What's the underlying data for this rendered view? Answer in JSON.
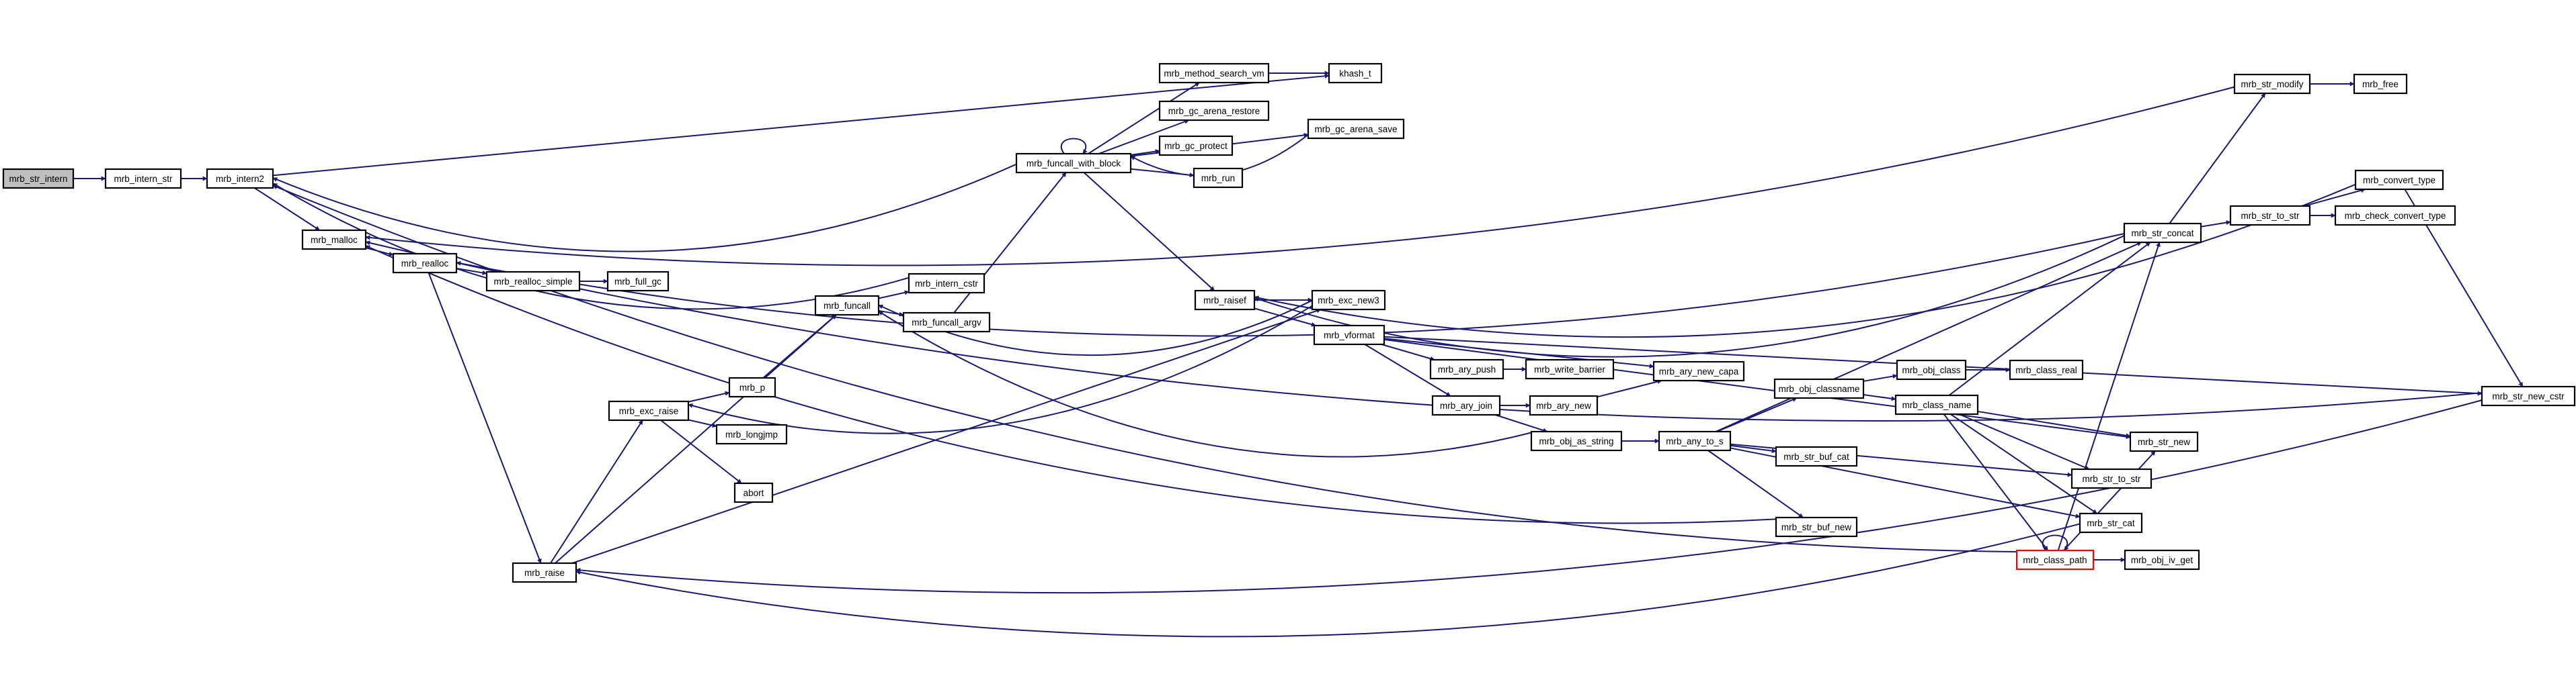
{
  "graph": {
    "title": "",
    "nodes": [
      {
        "id": "mrb_str_intern",
        "label": "mrb_str_intern",
        "style": "root"
      },
      {
        "id": "mrb_intern_str",
        "label": "mrb_intern_str",
        "style": "normal"
      },
      {
        "id": "mrb_intern2",
        "label": "mrb_intern2",
        "style": "normal"
      },
      {
        "id": "khash_t",
        "label": "khash_t",
        "style": "normal"
      },
      {
        "id": "mrb_malloc",
        "label": "mrb_malloc",
        "style": "normal"
      },
      {
        "id": "mrb_realloc",
        "label": "mrb_realloc",
        "style": "normal"
      },
      {
        "id": "mrb_realloc_simple",
        "label": "mrb_realloc_simple",
        "style": "normal"
      },
      {
        "id": "mrb_full_gc",
        "label": "mrb_full_gc",
        "style": "normal"
      },
      {
        "id": "mrb_raise",
        "label": "mrb_raise",
        "style": "normal"
      },
      {
        "id": "mrb_exc_raise",
        "label": "mrb_exc_raise",
        "style": "normal"
      },
      {
        "id": "mrb_p",
        "label": "mrb_p",
        "style": "normal"
      },
      {
        "id": "mrb_longjmp",
        "label": "mrb_longjmp",
        "style": "normal"
      },
      {
        "id": "abort",
        "label": "abort",
        "style": "normal"
      },
      {
        "id": "mrb_funcall",
        "label": "mrb_funcall",
        "style": "normal"
      },
      {
        "id": "mrb_intern_cstr",
        "label": "mrb_intern_cstr",
        "style": "normal"
      },
      {
        "id": "mrb_funcall_argv",
        "label": "mrb_funcall_argv",
        "style": "normal"
      },
      {
        "id": "mrb_funcall_with_block",
        "label": "mrb_funcall_with_block",
        "style": "normal"
      },
      {
        "id": "mrb_method_search_vm",
        "label": "mrb_method_search_vm",
        "style": "normal"
      },
      {
        "id": "mrb_gc_arena_restore",
        "label": "mrb_gc_arena_restore",
        "style": "normal"
      },
      {
        "id": "mrb_gc_protect",
        "label": "mrb_gc_protect",
        "style": "normal"
      },
      {
        "id": "mrb_run",
        "label": "mrb_run",
        "style": "normal"
      },
      {
        "id": "mrb_gc_arena_save",
        "label": "mrb_gc_arena_save",
        "style": "normal"
      },
      {
        "id": "mrb_raisef",
        "label": "mrb_raisef",
        "style": "normal"
      },
      {
        "id": "mrb_exc_new3",
        "label": "mrb_exc_new3",
        "style": "normal"
      },
      {
        "id": "mrb_vformat",
        "label": "mrb_vformat",
        "style": "normal"
      },
      {
        "id": "mrb_ary_push",
        "label": "mrb_ary_push",
        "style": "normal"
      },
      {
        "id": "mrb_write_barrier",
        "label": "mrb_write_barrier",
        "style": "normal"
      },
      {
        "id": "mrb_ary_new_capa",
        "label": "mrb_ary_new_capa",
        "style": "normal"
      },
      {
        "id": "mrb_ary_join",
        "label": "mrb_ary_join",
        "style": "normal"
      },
      {
        "id": "mrb_ary_new",
        "label": "mrb_ary_new",
        "style": "normal"
      },
      {
        "id": "mrb_obj_as_string",
        "label": "mrb_obj_as_string",
        "style": "normal"
      },
      {
        "id": "mrb_any_to_s",
        "label": "mrb_any_to_s",
        "style": "normal"
      },
      {
        "id": "mrb_obj_classname",
        "label": "mrb_obj_classname",
        "style": "normal"
      },
      {
        "id": "mrb_obj_class",
        "label": "mrb_obj_class",
        "style": "normal"
      },
      {
        "id": "mrb_class_real",
        "label": "mrb_class_real",
        "style": "normal"
      },
      {
        "id": "mrb_class_name",
        "label": "mrb_class_name",
        "style": "normal"
      },
      {
        "id": "mrb_str_buf_cat",
        "label": "mrb_str_buf_cat",
        "style": "normal"
      },
      {
        "id": "mrb_str_buf_new",
        "label": "mrb_str_buf_new",
        "style": "normal"
      },
      {
        "id": "mrb_str_to_str",
        "label": "mrb_str_to_str",
        "style": "normal"
      },
      {
        "id": "mrb_str_cat",
        "label": "mrb_str_cat",
        "style": "normal"
      },
      {
        "id": "mrb_class_path",
        "label": "mrb_class_path",
        "style": "red"
      },
      {
        "id": "mrb_obj_iv_get",
        "label": "mrb_obj_iv_get",
        "style": "normal"
      },
      {
        "id": "mrb_str_new",
        "label": "mrb_str_new",
        "style": "normal"
      },
      {
        "id": "mrb_str_concat",
        "label": "mrb_str_concat",
        "style": "normal"
      },
      {
        "id": "mrb_str_modify",
        "label": "mrb_str_modify",
        "style": "normal"
      },
      {
        "id": "mrb_free",
        "label": "mrb_free",
        "style": "normal"
      },
      {
        "id": "mrb_convert_type",
        "label": "mrb_convert_type",
        "style": "normal"
      },
      {
        "id": "mrb_check_convert_type",
        "label": "mrb_check_convert_type",
        "style": "normal"
      },
      {
        "id": "mrb_str_new_cstr",
        "label": "mrb_str_new_cstr",
        "style": "normal"
      }
    ],
    "edges": [
      [
        "mrb_str_intern",
        "mrb_intern_str"
      ],
      [
        "mrb_intern_str",
        "mrb_intern2"
      ],
      [
        "mrb_intern2",
        "khash_t"
      ],
      [
        "mrb_intern2",
        "mrb_malloc"
      ],
      [
        "mrb_malloc",
        "mrb_realloc"
      ],
      [
        "mrb_realloc",
        "mrb_realloc_simple"
      ],
      [
        "mrb_realloc_simple",
        "mrb_full_gc"
      ],
      [
        "mrb_realloc",
        "mrb_raise"
      ],
      [
        "mrb_raise",
        "mrb_exc_raise"
      ],
      [
        "mrb_exc_raise",
        "mrb_p"
      ],
      [
        "mrb_exc_raise",
        "mrb_longjmp"
      ],
      [
        "mrb_exc_raise",
        "abort"
      ],
      [
        "mrb_p",
        "mrb_funcall"
      ],
      [
        "mrb_funcall",
        "mrb_intern_cstr"
      ],
      [
        "mrb_funcall",
        "mrb_funcall_argv"
      ],
      [
        "mrb_intern_cstr",
        "mrb_intern2"
      ],
      [
        "mrb_funcall_argv",
        "mrb_funcall_with_block"
      ],
      [
        "mrb_funcall_with_block",
        "mrb_funcall_with_block"
      ],
      [
        "mrb_funcall_with_block",
        "mrb_intern2"
      ],
      [
        "mrb_funcall_with_block",
        "mrb_method_search_vm"
      ],
      [
        "mrb_funcall_with_block",
        "mrb_gc_arena_restore"
      ],
      [
        "mrb_funcall_with_block",
        "mrb_gc_protect"
      ],
      [
        "mrb_funcall_with_block",
        "mrb_run"
      ],
      [
        "mrb_funcall_with_block",
        "mrb_gc_arena_save"
      ],
      [
        "mrb_funcall_with_block",
        "mrb_raisef"
      ],
      [
        "mrb_method_search_vm",
        "khash_t"
      ],
      [
        "mrb_raisef",
        "mrb_exc_new3"
      ],
      [
        "mrb_raisef",
        "mrb_vformat"
      ],
      [
        "mrb_exc_new3",
        "mrb_funcall"
      ],
      [
        "mrb_exc_new3",
        "mrb_exc_raise"
      ],
      [
        "mrb_raise",
        "mrb_exc_new3"
      ],
      [
        "mrb_raise",
        "mrb_funcall"
      ],
      [
        "mrb_vformat",
        "mrb_ary_push"
      ],
      [
        "mrb_vformat",
        "mrb_ary_new_capa"
      ],
      [
        "mrb_vformat",
        "mrb_ary_join"
      ],
      [
        "mrb_vformat",
        "mrb_str_new"
      ],
      [
        "mrb_vformat",
        "mrb_str_new_cstr"
      ],
      [
        "mrb_ary_push",
        "mrb_write_barrier"
      ],
      [
        "mrb_ary_join",
        "mrb_ary_new"
      ],
      [
        "mrb_ary_join",
        "mrb_obj_as_string"
      ],
      [
        "mrb_ary_new",
        "mrb_ary_new_capa"
      ],
      [
        "mrb_obj_as_string",
        "mrb_any_to_s"
      ],
      [
        "mrb_obj_as_string",
        "mrb_funcall"
      ],
      [
        "mrb_any_to_s",
        "mrb_obj_classname"
      ],
      [
        "mrb_any_to_s",
        "mrb_str_buf_cat"
      ],
      [
        "mrb_any_to_s",
        "mrb_str_buf_new"
      ],
      [
        "mrb_any_to_s",
        "mrb_str_cat"
      ],
      [
        "mrb_any_to_s",
        "mrb_str_to_str"
      ],
      [
        "mrb_any_to_s",
        "mrb_str_concat"
      ],
      [
        "mrb_obj_classname",
        "mrb_obj_class"
      ],
      [
        "mrb_obj_classname",
        "mrb_class_name"
      ],
      [
        "mrb_obj_class",
        "mrb_class_real"
      ],
      [
        "mrb_class_name",
        "mrb_str_new"
      ],
      [
        "mrb_class_name",
        "mrb_class_path"
      ],
      [
        "mrb_class_name",
        "mrb_str_to_str"
      ],
      [
        "mrb_class_name",
        "mrb_str_cat"
      ],
      [
        "mrb_class_name",
        "mrb_str_concat"
      ],
      [
        "mrb_class_path",
        "mrb_class_path"
      ],
      [
        "mrb_class_path",
        "mrb_obj_iv_get"
      ],
      [
        "mrb_class_path",
        "mrb_str_new"
      ],
      [
        "mrb_class_path",
        "mrb_str_concat"
      ],
      [
        "mrb_class_path",
        "mrb_intern2"
      ],
      [
        "mrb_str_buf_new",
        "mrb_malloc"
      ],
      [
        "mrb_str_cat",
        "mrb_raise"
      ],
      [
        "mrb_str_concat",
        "mrb_str_modify"
      ],
      [
        "mrb_str_concat",
        "mrb_str_to_str"
      ],
      [
        "mrb_str_concat",
        "mrb_realloc"
      ],
      [
        "mrb_str_concat",
        "mrb_raisef"
      ],
      [
        "mrb_str_modify",
        "mrb_free"
      ],
      [
        "mrb_str_modify",
        "mrb_malloc"
      ],
      [
        "mrb_str_to_str",
        "mrb_convert_type"
      ],
      [
        "mrb_str_to_str",
        "mrb_check_convert_type"
      ],
      [
        "mrb_convert_type",
        "mrb_str_new_cstr"
      ],
      [
        "mrb_convert_type",
        "mrb_raisef"
      ],
      [
        "mrb_gc_arena_save",
        "mrb_funcall_with_block"
      ],
      [
        "mrb_str_new_cstr",
        "mrb_raise"
      ],
      [
        "mrb_str_new_cstr",
        "mrb_malloc"
      ]
    ]
  },
  "colors": {
    "edge": "#191970",
    "root_fill": "#bfbfbf",
    "highlight_border": "#ff0000",
    "border": "#000000",
    "background": "#ffffff"
  }
}
